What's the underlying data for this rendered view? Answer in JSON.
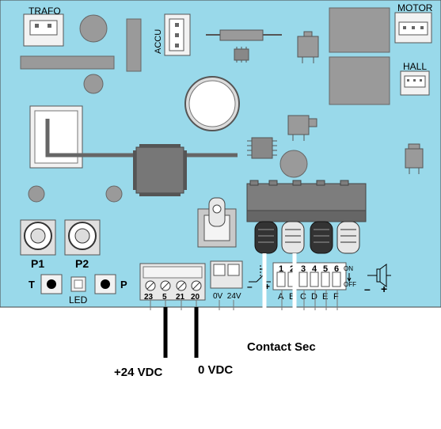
{
  "board": {
    "labels": {
      "trafo": "TRAFO",
      "accu": "ACCU",
      "motor": "MOTOR",
      "hall": "HALL",
      "p1": "P1",
      "p2": "P2",
      "t": "T",
      "p": "P",
      "led": "LED",
      "on": "ON",
      "off": "OFF",
      "dc_power": "0V  24V"
    },
    "terminal_block": [
      "23",
      "5",
      "21",
      "20"
    ],
    "dip_switch": {
      "numbers": [
        "1",
        "2",
        "3",
        "4",
        "5",
        "6"
      ],
      "letters": [
        "A",
        "B",
        "C",
        "D",
        "E",
        "F"
      ]
    }
  },
  "wiring": {
    "plus24": "+24 VDC",
    "zero": "0 VDC",
    "contact": "Contact Sec"
  },
  "colors": {
    "board": "#99d9ea",
    "wire_black": "#000000",
    "wire_white": "#ffffff"
  }
}
